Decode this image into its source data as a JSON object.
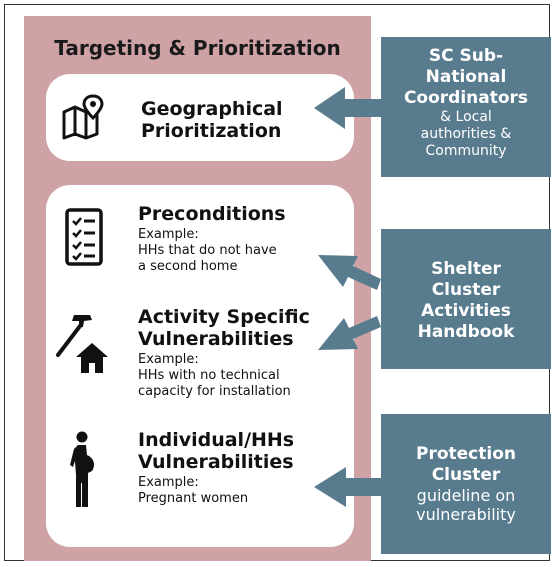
{
  "panel": {
    "title": "Targeting & Prioritization",
    "geo": {
      "line1": "Geographical",
      "line2": "Prioritization"
    },
    "pre": {
      "title": "Preconditions",
      "example": "Example:",
      "text1": "HHs that do not have",
      "text2": "a second home"
    },
    "act": {
      "title1": "Activity Specific",
      "title2": "Vulnerabilities",
      "example": "Example:",
      "text1": "HHs with no technical",
      "text2": "capacity for installation"
    },
    "ind": {
      "title1": "Individual/HHs",
      "title2": "Vulnerabilities",
      "example": "Example:",
      "text1": "Pregnant women"
    }
  },
  "boxes": {
    "sc": {
      "b1": "SC Sub-",
      "b2": "National",
      "b3": "Coordinators",
      "n1": "& Local",
      "n2": "authorities &",
      "n3": "Community"
    },
    "shelter": {
      "b1": "Shelter",
      "b2": "Cluster",
      "b3": "Activities",
      "b4": "Handbook"
    },
    "protection": {
      "b1": "Protection",
      "b2": "Cluster",
      "n1": "guideline on",
      "n2": "vulnerability"
    }
  },
  "colors": {
    "panel": "#cfa3a6",
    "box": "#587b8e",
    "arrow": "#587b8e",
    "card": "#ffffff"
  },
  "icons": [
    "map-pin-icon",
    "checklist-icon",
    "hammer-house-icon",
    "pregnant-woman-icon"
  ]
}
